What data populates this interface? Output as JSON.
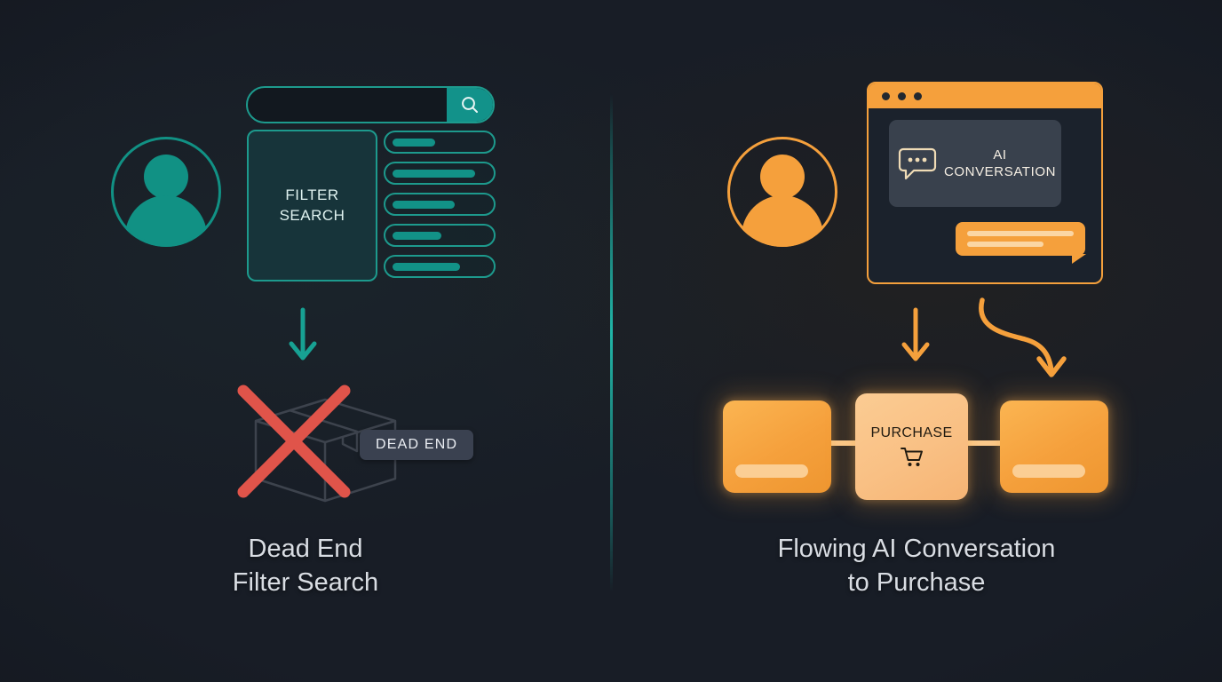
{
  "theme": {
    "background": "#181d26",
    "teal": "#129287",
    "teal_border": "#1d9a8d",
    "orange": "#F5A03C",
    "orange_light": "#F9C084",
    "red": "#E0544A",
    "badge_bg": "#3a4150",
    "caption_color": "#d9dde3"
  },
  "left_panel": {
    "avatar": {
      "icon": "user-avatar-icon",
      "color": "#119184"
    },
    "search": {
      "icon": "search-icon",
      "value": "",
      "placeholder": ""
    },
    "filter_box": {
      "line1": "FILTER",
      "line2": "SEARCH"
    },
    "results": [
      {
        "fill_percent": 45
      },
      {
        "fill_percent": 88
      },
      {
        "fill_percent": 66
      },
      {
        "fill_percent": 52
      },
      {
        "fill_percent": 72
      }
    ],
    "arrow": {
      "icon": "arrow-down-icon",
      "color": "#17a193"
    },
    "dead_end": {
      "package_icon": "package-box-icon",
      "cross_icon": "red-cross-icon",
      "badge_label": "DEAD END"
    },
    "caption": {
      "line1": "Dead End",
      "line2": "Filter Search"
    }
  },
  "right_panel": {
    "avatar": {
      "icon": "user-avatar-icon",
      "color": "#F5A03C"
    },
    "browser": {
      "traffic_lights": 3,
      "ai_card": {
        "icon": "chat-bubble-dots-icon",
        "line1": "AI",
        "line2": "CONVERSATION"
      },
      "message_bubble": {
        "lines": 2
      }
    },
    "arrows": [
      {
        "icon": "arrow-down-icon",
        "color": "#F5A03C"
      },
      {
        "icon": "arrow-curved-down-right-icon",
        "color": "#F5A03C"
      }
    ],
    "cards": [
      {
        "type": "side",
        "label": ""
      },
      {
        "type": "middle",
        "label": "PURCHASE",
        "icon": "shopping-cart-icon"
      },
      {
        "type": "side",
        "label": ""
      }
    ],
    "caption": {
      "line1": "Flowing AI Conversation",
      "line2": "to Purchase"
    }
  }
}
